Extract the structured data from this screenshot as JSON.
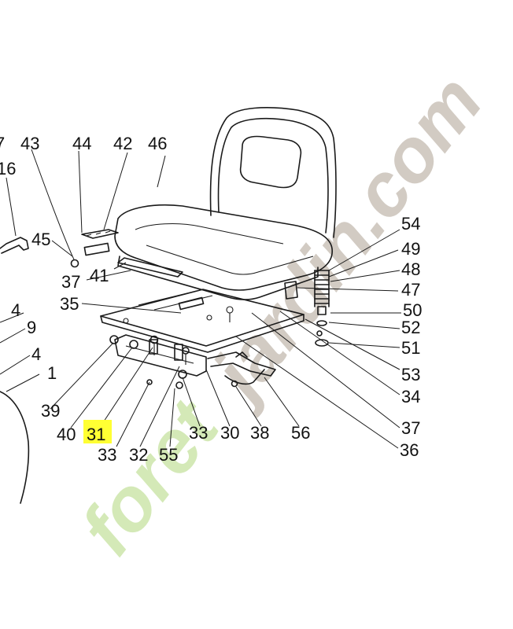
{
  "highlight_color": "#ffff33",
  "watermark": {
    "text_left": "foret",
    "text_right": "jardin.com",
    "green_color": "#d4e9b7",
    "orange_color": "#fbd3a4",
    "grey_color": "#d2cbc3"
  },
  "labels": {
    "l7": "7",
    "l43": "43",
    "l44": "44",
    "l42": "42",
    "l46": "46",
    "l16": "16",
    "l45": "45",
    "l37a": "37",
    "l41": "41",
    "l35": "35",
    "l4a": "4",
    "l9": "9",
    "l4b": "4",
    "l1": "1",
    "l39": "39",
    "l40": "40",
    "l31": "31",
    "l33a": "33",
    "l32": "32",
    "l55": "55",
    "l33b": "33",
    "l30": "30",
    "l38": "38",
    "l56": "56",
    "l54": "54",
    "l49": "49",
    "l48": "48",
    "l47": "47",
    "l50": "50",
    "l52": "52",
    "l51": "51",
    "l53": "53",
    "l34": "34",
    "l37b": "37",
    "l36": "36"
  }
}
